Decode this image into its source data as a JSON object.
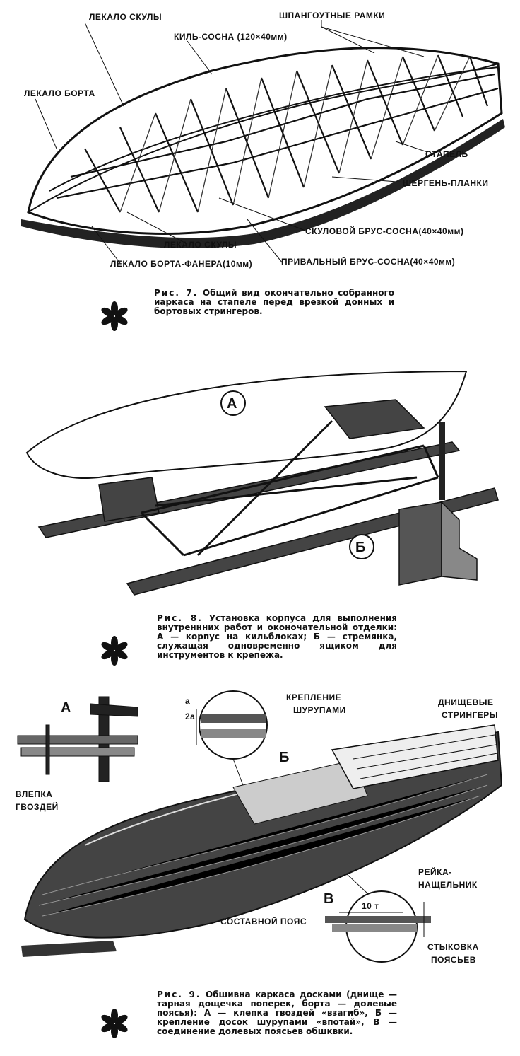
{
  "figure7": {
    "labels": {
      "lekalo_skuly_top": "ЛЕКАЛО СКУЛЫ",
      "shpangoutnye_ramki": "ШПАНГОУТНЫЕ РАМКИ",
      "kil_sosna": "КИЛЬ-СОСНА (120×40мм)",
      "lekalo_borta": "ЛЕКАЛО БОРТА",
      "stapel": "СТАПЕЛЬ",
      "shergen_planki": "ШЕРГЕНЬ-ПЛАНКИ",
      "skulovoy_brus": "СКУЛОВОЙ БРУС-СОСНА(40×40мм)",
      "lekalo_skuly_bottom": "ЛЕКАЛО СКУЛЫ",
      "lekalo_borta_fanera": "ЛЕКАЛО БОРТА-ФАНЕРА(10мм)",
      "privalny_brus": "ПРИВАЛЬНЫЙ БРУС-СОСНА(40×40мм)"
    },
    "caption_lead": "Рис. 7.",
    "caption_text": "Общий вид окончательно собранного иаркаса на стапеле перед врезкой донных и бортовых стрингеров."
  },
  "figure8": {
    "labels": {
      "a": "А",
      "b": "Б"
    },
    "caption_lead": "Рис. 8.",
    "caption_text": "Установка корпуса для выполнения внутреннних работ и оконочательной отделки: А — корпус на кильблоках; Б — стремянка, служащая одновременно ящиком для инструментов к крепежа."
  },
  "figure9": {
    "labels": {
      "a": "А",
      "b": "Б",
      "v": "В",
      "kreplenie": "КРЕПЛЕНИЕ",
      "shurupami": "ШУРУПАМИ",
      "dnishchevye": "ДНИЩЕВЫЕ",
      "stringery": "СТРИНГЕРЫ",
      "vlepka": "ВЛЕПКА",
      "gvozdey": "ГВОЗДЕЙ",
      "reyka": "РЕЙКА-",
      "nashchelnik": "НАЩЕЛЬНИК",
      "sostavnoy_poyas": "СОСТАВНОЙ ПОЯС",
      "stykovka": "СТЫКОВКА",
      "poyasev": "ПОЯСЬЕВ",
      "dim_2a": "2a",
      "dim_a": "a",
      "dim_10t": "10 т"
    },
    "caption_lead": "Рис. 9.",
    "caption_text": "Обшивна каркаса досками (днище — тарная дощечка поперек, борта — долевые пояcья): А — клепка гвоздей «взагиб», Б — крепление досок шурупами «впотай», В — соединение долевых поясьев обшквки."
  }
}
